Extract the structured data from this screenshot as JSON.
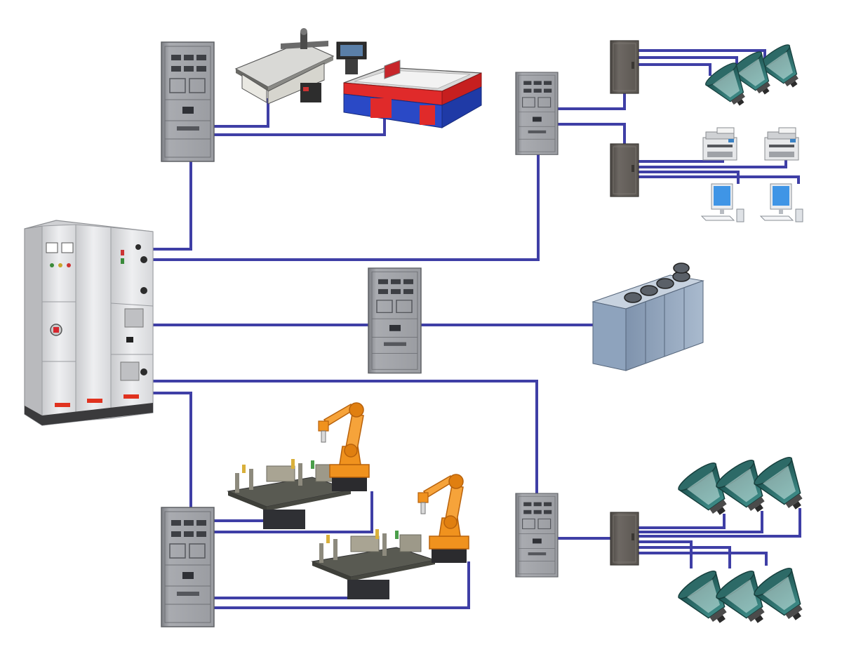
{
  "colors": {
    "wire": "#3f3fa6",
    "panel": "#8f9196",
    "panel_face": "#a3a5aa",
    "panel_dark": "#6e7075",
    "subpanel": "#5f5a55",
    "lamp": "#2f6f6e",
    "lamp_glow": "#cfe9e6",
    "robot": "#f0921e",
    "robot_dark": "#b8620c",
    "fixture": "#7a7a6e",
    "chiller": "#8ea3bd",
    "cnc_red": "#e02a2a",
    "cnc_blue": "#2a49c6",
    "mcc": "#e6e7e9"
  },
  "nodes": [
    {
      "id": "main-switchboard",
      "icon": "main-switchboard-icon"
    },
    {
      "id": "distribution-board-top-left",
      "icon": "distribution-board-icon"
    },
    {
      "id": "distribution-board-top-right",
      "icon": "distribution-board-icon"
    },
    {
      "id": "distribution-board-center",
      "icon": "distribution-board-icon"
    },
    {
      "id": "distribution-board-bottom-left",
      "icon": "distribution-board-icon"
    },
    {
      "id": "distribution-board-bottom-right",
      "icon": "distribution-board-icon"
    },
    {
      "id": "sub-panel-lighting-top",
      "icon": "sub-panel-icon"
    },
    {
      "id": "sub-panel-office",
      "icon": "sub-panel-icon"
    },
    {
      "id": "sub-panel-lighting-bottom",
      "icon": "sub-panel-icon"
    },
    {
      "id": "cnc-router",
      "icon": "cnc-router-icon"
    },
    {
      "id": "plasma-cutter",
      "icon": "plasma-cutter-icon"
    },
    {
      "id": "lamps-top",
      "icon": "high-bay-lamp-icon"
    },
    {
      "id": "printers",
      "icon": "printer-icon"
    },
    {
      "id": "computers",
      "icon": "computer-icon"
    },
    {
      "id": "chiller-unit",
      "icon": "chiller-icon"
    },
    {
      "id": "robot-cell-upper",
      "icon": "welding-robot-icon"
    },
    {
      "id": "robot-cell-lower",
      "icon": "welding-robot-icon"
    },
    {
      "id": "lamps-bottom",
      "icon": "high-bay-lamp-icon"
    }
  ]
}
